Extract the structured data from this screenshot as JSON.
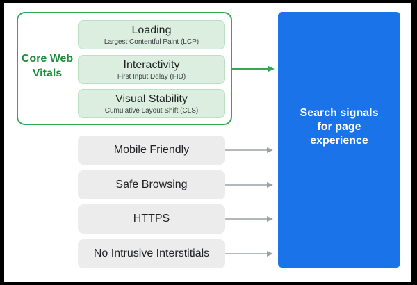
{
  "core_web_vitals": {
    "group_label": "Core Web Vitals",
    "metrics": [
      {
        "title": "Loading",
        "subtitle": "Largest Contentful Paint (LCP)"
      },
      {
        "title": "Interactivity",
        "subtitle": "First Input Delay (FID)"
      },
      {
        "title": "Visual Stability",
        "subtitle": "Cumulative Layout Shift (CLS)"
      }
    ]
  },
  "other_signals": [
    {
      "label": "Mobile Friendly"
    },
    {
      "label": "Safe Browsing"
    },
    {
      "label": "HTTPS"
    },
    {
      "label": "No Intrusive Interstitials"
    }
  ],
  "target": {
    "label": "Search signals for page experience"
  },
  "colors": {
    "green_border": "#34a853",
    "green_text": "#1e8e3e",
    "green_fill": "#dbeedf",
    "gray_fill": "#ececec",
    "blue": "#1a73e8",
    "gray_arrow": "#9aa0a6"
  }
}
